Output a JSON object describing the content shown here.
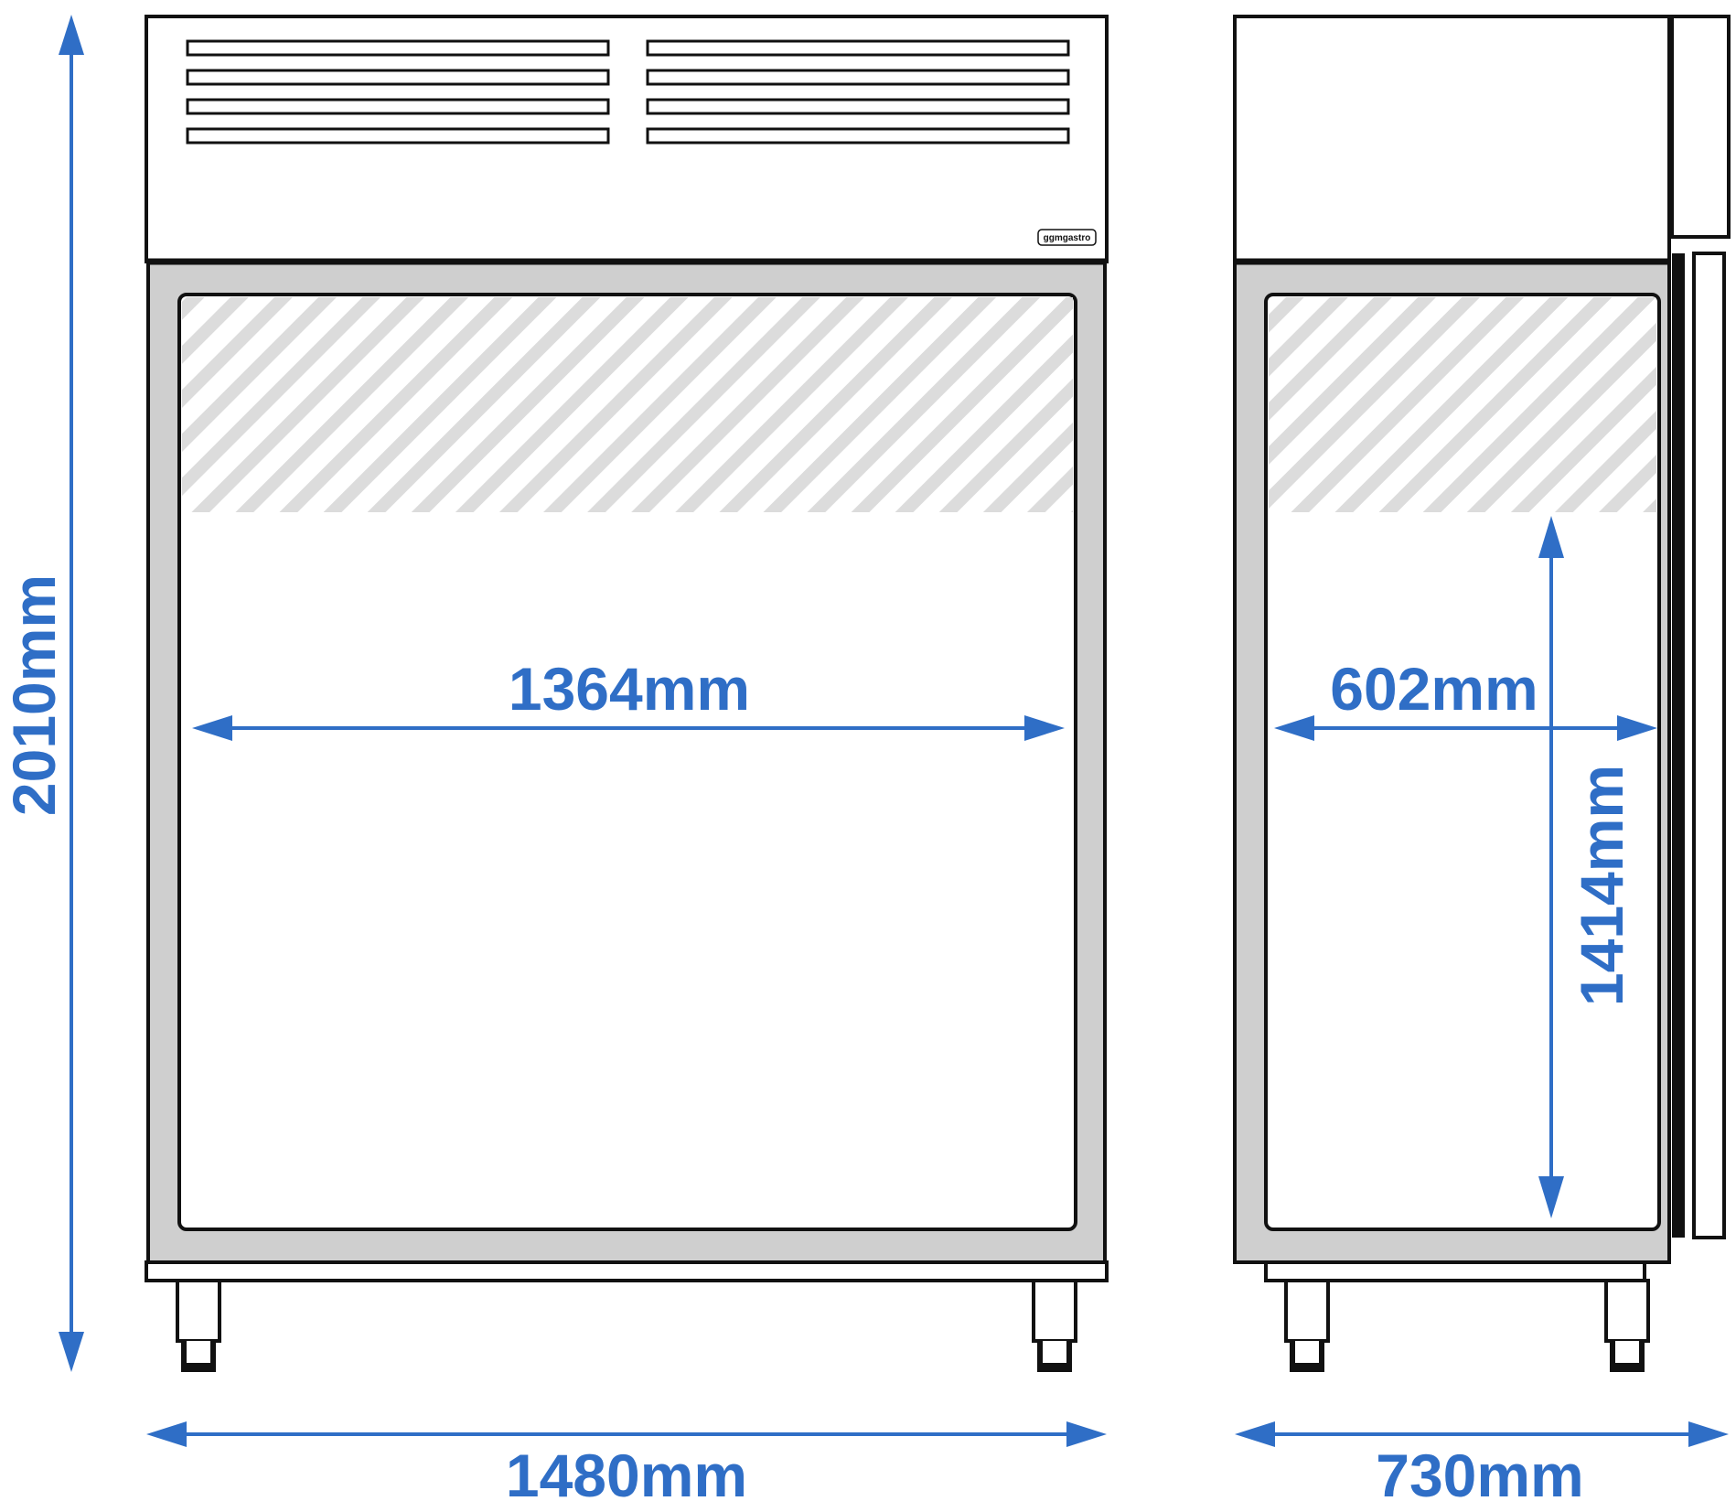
{
  "brand": {
    "logo_text": "ggmgastro"
  },
  "dimensions": {
    "total_height": "2010mm",
    "total_width": "1480mm",
    "total_depth": "730mm",
    "inner_width": "1364mm",
    "inner_depth": "602mm",
    "inner_height": "1414mm"
  },
  "colors": {
    "dimension_blue": "#2f6ec6",
    "outline": "#111111",
    "frame_gray": "#cfcfcf",
    "hatch_gray": "#dcdcdc"
  }
}
